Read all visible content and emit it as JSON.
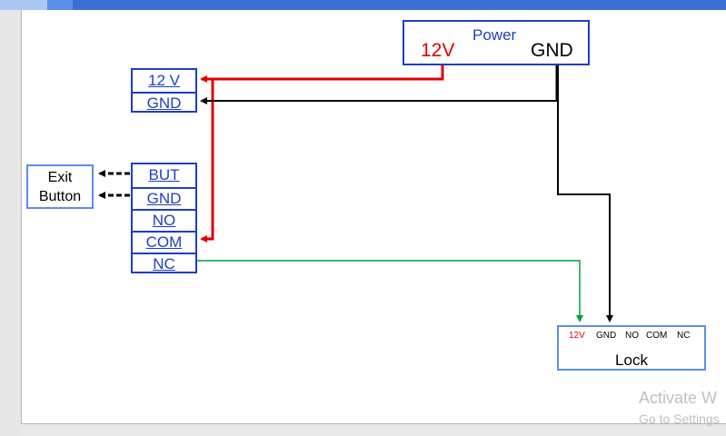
{
  "power": {
    "title": "Power",
    "v12": "12V",
    "gnd": "GND"
  },
  "supply_block": {
    "v12": "12 V",
    "gnd": "GND"
  },
  "controller_block": {
    "but": "BUT",
    "gnd": "GND",
    "no": "NO",
    "com": "COM",
    "nc": "NC"
  },
  "exit_button": {
    "line1": "Exit",
    "line2": "Button"
  },
  "lock": {
    "t12v": "12V",
    "gnd": "GND",
    "no": "NO",
    "com": "COM",
    "nc": "NC",
    "name": "Lock"
  },
  "watermark": {
    "line1": "Activate W",
    "line2": "Go to Settings"
  },
  "colors": {
    "positive": "#e00000",
    "ground": "#000000",
    "signal": "#00a040",
    "border": "#1f3fbf"
  }
}
